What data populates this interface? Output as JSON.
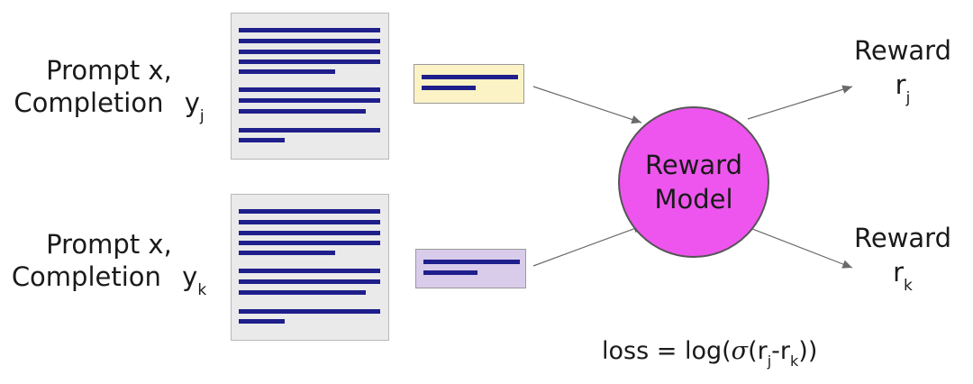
{
  "top": {
    "prompt_label": "Prompt x,",
    "completion_label": "Completion",
    "y_main": "y",
    "y_sub": "j",
    "snippet_color": "#fbf3c5",
    "reward_title": "Reward",
    "reward_var": "r",
    "reward_sub": "j"
  },
  "bottom": {
    "prompt_label": "Prompt x,",
    "completion_label": "Completion",
    "y_main": "y",
    "y_sub": "k",
    "snippet_color": "#d9cceb",
    "reward_title": "Reward",
    "reward_var": "r",
    "reward_sub": "k"
  },
  "model": {
    "line1": "Reward",
    "line2": "Model",
    "color": "#ee55ee"
  },
  "loss": {
    "prefix": "loss = log(",
    "sigma": "σ",
    "open": "(r",
    "sub_j": "j",
    "minus": "-r",
    "sub_k": "k",
    "close": "))"
  },
  "colors": {
    "text_lines": "#1f1f8c",
    "document_bg": "#eaeaea"
  }
}
